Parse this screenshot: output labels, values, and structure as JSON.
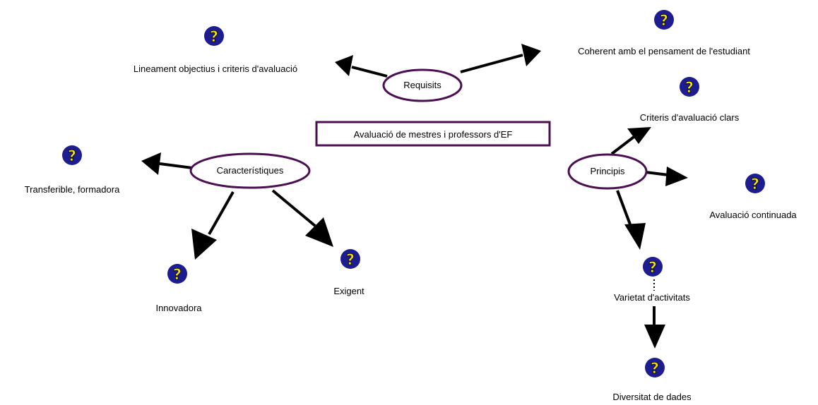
{
  "title": "Avaluació de mestres i professors d'EF",
  "hubs": {
    "requisits": "Requisits",
    "caracteristiques": "Característiques",
    "principis": "Principis"
  },
  "leaves": {
    "lineament": "Lineament objectius i criteris d'avaluació",
    "coherent": "Coherent amb el pensament de l'estudiant",
    "criteris": "Criteris d'avaluació clars",
    "continuada": "Avaluació continuada",
    "varietat": "Varietat d'activitats",
    "diversitat": "Diversitat de dades",
    "transferible": "Transferible, formadora",
    "innovadora": "Innovadora",
    "exigent": "Exigent"
  },
  "icon_glyph": "?",
  "colors": {
    "node_border": "#4b0f52",
    "icon_fill": "#1d1d8f",
    "icon_mark": "#f6e300",
    "arrow": "#000000"
  }
}
